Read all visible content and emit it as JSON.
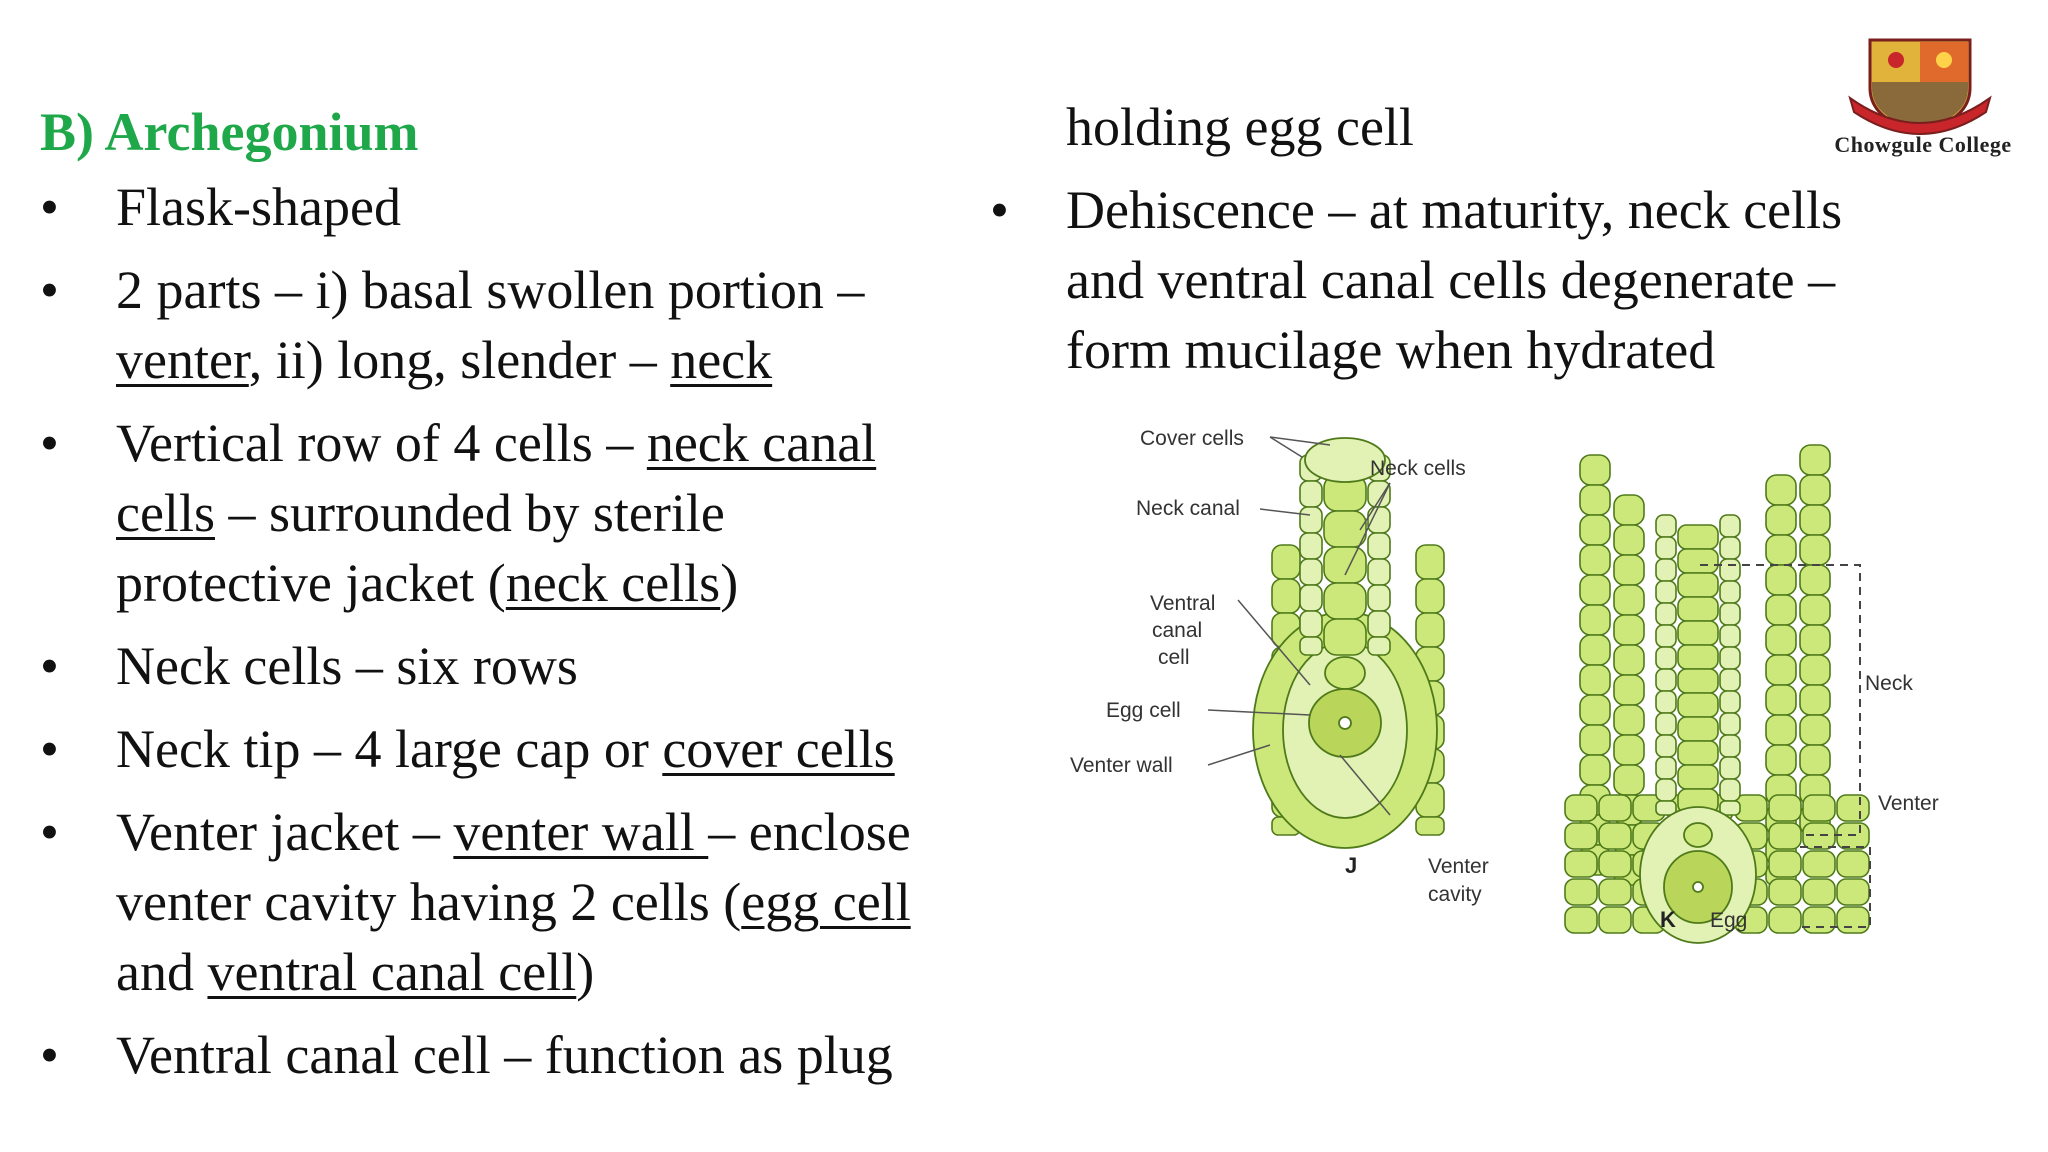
{
  "title": "B) Archegonium",
  "bullet_glyph": "•",
  "left_bullets": {
    "b1": "Flask-shaped",
    "b2_a": "2 parts – i) basal swollen portion –",
    "b2_venter": "venter",
    "b2_b": ", ii) long, slender – ",
    "b2_neck": "neck",
    "b3_a": "Vertical row of 4 cells – ",
    "b3_nc1": "neck canal",
    "b3_nc2": "cells",
    "b3_b": " – surrounded by sterile",
    "b3_c": "protective jacket (",
    "b3_neckcells": "neck cells",
    "b3_d": ")",
    "b4": "Neck cells – six rows",
    "b5_a": "Neck tip – 4 large cap or ",
    "b5_cover": "cover cells",
    "b6_a": "Venter jacket – ",
    "b6_wall": "venter wall ",
    "b6_b": "– enclose",
    "b6_c": "venter cavity having 2 cells (",
    "b6_egg": "egg cell",
    "b6_d": "and ",
    "b6_vcc": "ventral canal cell",
    "b6_e": ")",
    "b7": "Ventral canal cell – function as plug"
  },
  "right_col": {
    "cont": "holding egg cell",
    "b8_a": "Dehiscence – at maturity, neck cells",
    "b8_b": "and ventral canal cells degenerate –",
    "b8_c": "form mucilage when hydrated"
  },
  "logo": {
    "text": "Chowgule College"
  },
  "figure": {
    "labels": {
      "cover_cells": "Cover cells",
      "neck_cells": "Neck cells",
      "neck_canal": "Neck canal",
      "ventral_1": "Ventral",
      "ventral_2": "canal",
      "ventral_3": "cell",
      "egg_cell": "Egg cell",
      "venter_wall": "Venter wall",
      "venter_cavity_1": "Venter",
      "venter_cavity_2": "cavity",
      "fig_j": "J",
      "fig_k": "K",
      "egg": "Egg",
      "neck": "Neck",
      "venter": "Venter"
    },
    "colors": {
      "cell_fill": "#cde87a",
      "cell_light": "#e2f1b4",
      "outline": "#4f7a1a",
      "egg_fill": "#b9d65a"
    }
  }
}
